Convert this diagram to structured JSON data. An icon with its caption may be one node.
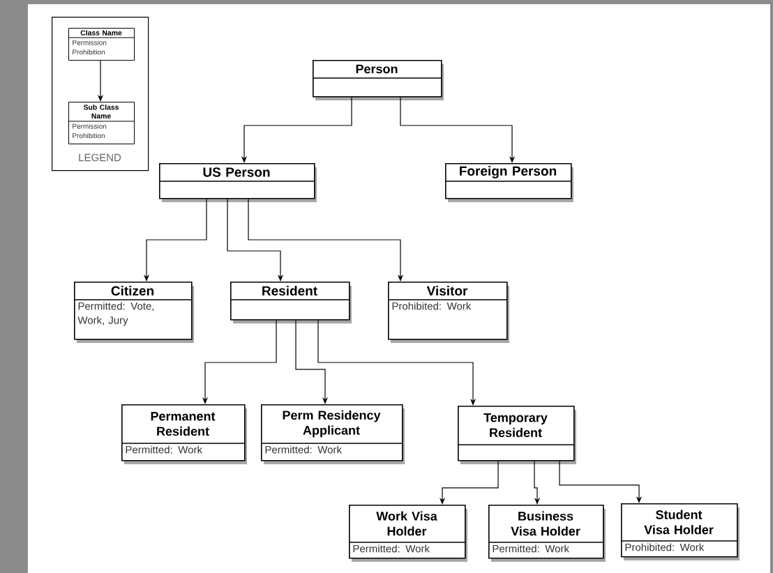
{
  "diagram": {
    "nodes": [
      {
        "text": [
          "LEGEND"
        ]
      },
      {
        "text": [
          "Class Name",
          "Permission",
          "Prohibition"
        ],
        "in": 0
      },
      {
        "text": [
          "Sub Class Name",
          "Permission",
          "Prohibition"
        ],
        "in": 0
      },
      {
        "text": [
          "Person"
        ]
      },
      {
        "text": [
          "US Person"
        ]
      },
      {
        "text": [
          "Foreign Person"
        ]
      },
      {
        "text": [
          "Citizen",
          "Permitted: Vote, Work, Jury"
        ]
      },
      {
        "text": [
          "Resident"
        ]
      },
      {
        "text": [
          "Visitor",
          "Prohibited: Work"
        ]
      },
      {
        "text": [
          "Permanent Resident",
          "Permitted: Work"
        ]
      },
      {
        "text": [
          "Perm Residency Applicant",
          "Permitted: Work"
        ]
      },
      {
        "text": [
          "Temporary Resident"
        ]
      },
      {
        "text": [
          "Work Visa Holder",
          "Permitted: Work"
        ]
      },
      {
        "text": [
          "Business Visa Holder",
          "Permitted: Work"
        ]
      },
      {
        "text": [
          "Student Visa Holder",
          "Prohibited: Work"
        ]
      }
    ],
    "edges": [
      {
        "from": 1,
        "to": 2,
        "arrow": "to"
      },
      {
        "from": 3,
        "to": 4,
        "arrow": "to"
      },
      {
        "from": 3,
        "to": 5,
        "arrow": "to"
      },
      {
        "from": 4,
        "to": 6,
        "arrow": "to"
      },
      {
        "from": 4,
        "to": 7,
        "arrow": "to"
      },
      {
        "from": 4,
        "to": 8,
        "arrow": "to"
      },
      {
        "from": 7,
        "to": 9,
        "arrow": "to"
      },
      {
        "from": 7,
        "to": 10,
        "arrow": "to"
      },
      {
        "from": 7,
        "to": 11,
        "arrow": "to"
      },
      {
        "from": 11,
        "to": 12,
        "arrow": "to"
      },
      {
        "from": 11,
        "to": 13,
        "arrow": "to"
      },
      {
        "from": 11,
        "to": 14,
        "arrow": "to"
      }
    ]
  }
}
